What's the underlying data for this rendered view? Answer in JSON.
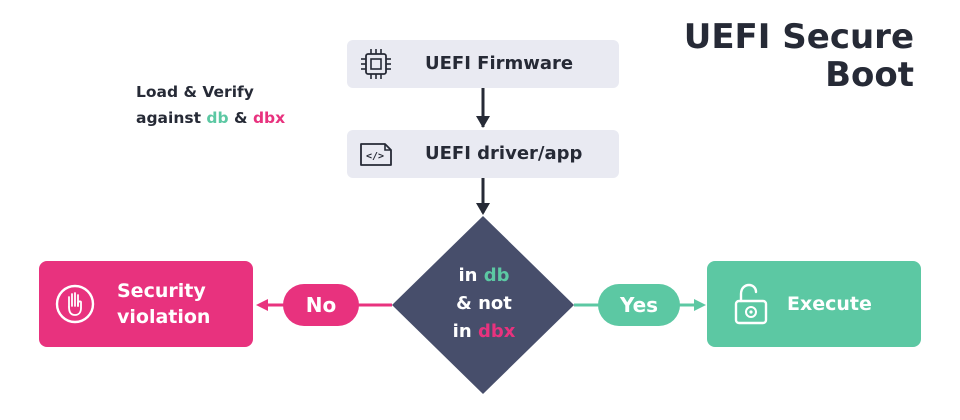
{
  "title": {
    "line1": "UEFI Secure",
    "line2": "Boot"
  },
  "note": {
    "line1": "Load & Verify",
    "prefix": "against",
    "db": "db",
    "amp": "&",
    "dbx": "dbx"
  },
  "nodes": {
    "firmware": {
      "label": "UEFI Firmware",
      "icon": "chip-icon"
    },
    "driver": {
      "label": "UEFI driver/app",
      "icon": "code-file-icon",
      "icon_text": "</>"
    }
  },
  "decision": {
    "in1": "in",
    "db": "db",
    "line2": "& not",
    "in2": "in",
    "dbx": "dbx"
  },
  "branches": {
    "no": "No",
    "yes": "Yes"
  },
  "outcomes": {
    "violation": {
      "line1": "Security",
      "line2": "violation",
      "icon": "stop-hand-icon"
    },
    "execute": {
      "label": "Execute",
      "icon": "unlocked-padlock-icon"
    }
  },
  "colors": {
    "dark": "#262a36",
    "node_bg": "#e9eaf2",
    "diamond": "#474e6b",
    "green": "#5cc8a3",
    "pink": "#e8327e"
  }
}
